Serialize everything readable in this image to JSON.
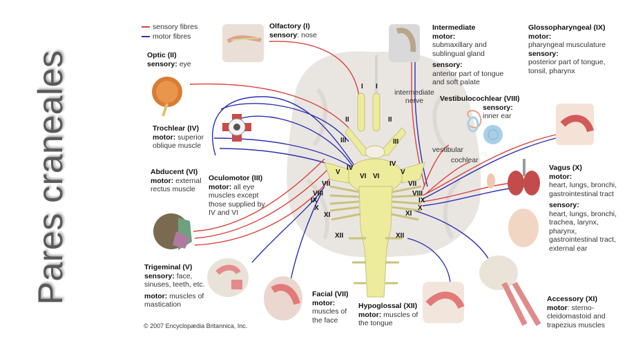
{
  "slide": {
    "title": "Pares craneales"
  },
  "legend": [
    {
      "label": "sensory fibres",
      "color": "#d9403a"
    },
    {
      "label": "motor fibres",
      "color": "#2a2fb0"
    }
  ],
  "colors": {
    "sensory": "#d9403a",
    "motor": "#2a2fb0",
    "nerve": "#ecec9c",
    "brain": "#e8e4e0"
  },
  "nerves": {
    "olfactory": {
      "title": "Olfactory (I)",
      "sensory_key": "sensory",
      "sensory": ": nose"
    },
    "optic": {
      "title": "Optic (II)",
      "sensory_key": "sensory:",
      "sensory": " eye"
    },
    "trochlear": {
      "title": "Trochlear (IV)",
      "motor_key": "motor:",
      "motor": " superior oblique muscle"
    },
    "abducent": {
      "title": "Abducent (VI)",
      "motor_key": "motor:",
      "motor": " external rectus muscle"
    },
    "oculomotor": {
      "title": "Oculomotor (III)",
      "motor_key": "motor:",
      "motor": " all eye muscles except those supplied by IV and VI"
    },
    "trigeminal": {
      "title": "Trigeminal (V)",
      "sensory_key": "sensory:",
      "sensory": " face, sinuses, teeth, etc.",
      "motor_key": "motor:",
      "motor": " muscles of mastication"
    },
    "facial": {
      "title": "Facial (VII)",
      "motor_key": "motor:",
      "motor": "muscles of the face"
    },
    "hypoglossal": {
      "title": "Hypoglossal (XII)",
      "motor_key": "motor:",
      "motor": " muscles of the tongue"
    },
    "intermediate": {
      "title": "Intermediate",
      "motor_key": "motor:",
      "motor": "submaxillary and sublingual gland",
      "sensory_key": "sensory:",
      "sensory": "anterior part of tongue and soft palate"
    },
    "glossopharyngeal": {
      "title": "Glossopharyngeal (IX)",
      "motor_key": "motor:",
      "motor": "pharyngeal musculature",
      "sensory_key": "sensory:",
      "sensory": "posterior part of tongue, tonsil, pharynx"
    },
    "vestibulocochlear": {
      "title": "Vestibulocochlear (VIII)",
      "sensory_key": "sensory:",
      "sensory": "inner ear"
    },
    "vagus": {
      "title": "Vagus (X)",
      "motor_key": "motor:",
      "motor": "heart, lungs, bronchi, gastrointestinal tract",
      "sensory_key": "sensory:",
      "sensory": "heart, lungs, bronchi, trachea, larynx, pharynx, gastrointestinal tract, external ear"
    },
    "accessory": {
      "title": "Accessory (XI)",
      "motor_key": "motor",
      "motor": ": sterno-cleidomastoid and trapezius muscles"
    }
  },
  "annotations": {
    "intermediate_nerve": "intermediate nerve",
    "vestibular": "vestibular",
    "cochlear": "cochlear"
  },
  "roman_labels": {
    "I": "I",
    "II": "II",
    "III": "III",
    "IV": "IV",
    "V": "V",
    "VI": "VI",
    "VII": "VII",
    "VIII": "VIII",
    "IX": "IX",
    "X": "X",
    "XI": "XI",
    "XII": "XII"
  },
  "copyright": "© 2007 Encyclopædia Britannica, Inc."
}
